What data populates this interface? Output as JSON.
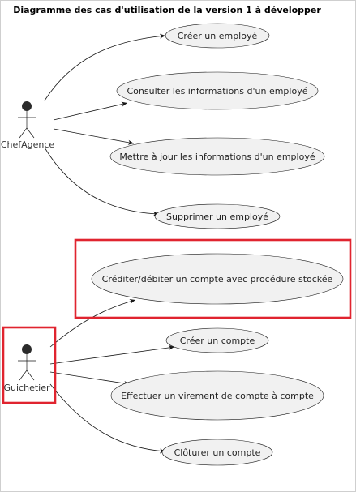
{
  "diagram": {
    "title": "Diagramme des cas d'utilisation de la version 1 à développer",
    "actors": {
      "chef_agence": "ChefAgence",
      "guichetier": "Guichetier"
    },
    "use_cases": {
      "creer_employe": "Créer un employé",
      "consulter_employe": "Consulter les informations d'un employé",
      "maj_employe": "Mettre à jour les informations d'un employé",
      "supprimer_employe": "Supprimer un employé",
      "crediter_debiter": "Créditer/débiter un compte avec procédure stockée",
      "creer_compte": "Créer un compte",
      "virement": "Effectuer un virement de compte à compte",
      "cloturer_compte": "Clôturer un compte"
    },
    "colors": {
      "highlight": "#e0242f",
      "use_case_fill": "#f1f1f1",
      "line": "#181818"
    }
  }
}
